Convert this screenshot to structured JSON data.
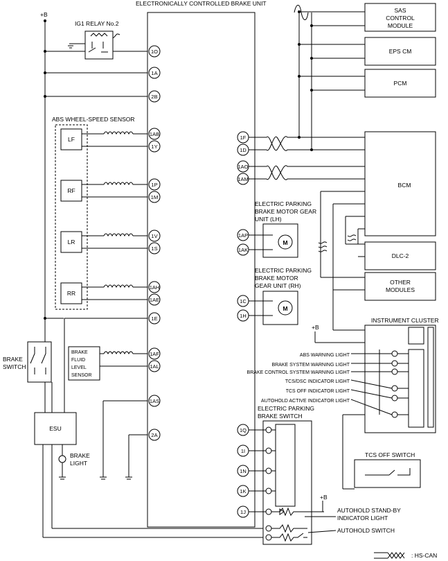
{
  "unit_title": "ELECTRONICALLY CONTROLLED BRAKE UNIT",
  "power_plus_b": "+B",
  "ig1_relay": "IG1 RELAY No.2",
  "abs_sensor_title": "ABS WHEEL-SPEED SENSOR",
  "wheels": [
    "LF",
    "RF",
    "LR",
    "RR"
  ],
  "brake_switch": [
    "BRAKE",
    "SWITCH"
  ],
  "brake_fluid": [
    "BRAKE",
    "FLUID",
    "LEVEL",
    "SENSOR"
  ],
  "esu": "ESU",
  "brake_light": [
    "BRAKE",
    "LIGHT"
  ],
  "left_pins": [
    "1O",
    "1A",
    "2B",
    "1AB",
    "1Y",
    "1P",
    "1M",
    "1V",
    "1S",
    "1AH",
    "1AE",
    "1E",
    "1AF",
    "1AL",
    "1AS",
    "2A"
  ],
  "right_pins": [
    "1F",
    "1D",
    "1AO",
    "1AM",
    "1AP",
    "1AK",
    "1C",
    "1H",
    "1Q",
    "1I",
    "1N",
    "1K",
    "1J"
  ],
  "modules": {
    "sas": [
      "SAS",
      "CONTROL",
      "MODULE"
    ],
    "eps": "EPS CM",
    "pcm": "PCM",
    "bcm": "BCM",
    "dlc": "DLC-2",
    "other": [
      "OTHER",
      "MODULES"
    ]
  },
  "epb_motor_lh": [
    "ELECTRIC PARKING",
    "BRAKE MOTOR GEAR",
    "UNIT (LH)"
  ],
  "epb_motor_rh": [
    "ELECTRIC PARKING",
    "BRAKE MOTOR",
    "GEAR UNIT (RH)"
  ],
  "motor_symbol": "M",
  "instrument_cluster": "INSTRUMENT CLUSTER",
  "cluster_lights": [
    "ABS WARNING LIGHT",
    "BRAKE SYSTEM WARNING LIGHT",
    "BRAKE CONTROL SYSTEM WARNING LIGHT",
    "TCS/DSC INDICATOR LIGHT",
    "TCS OFF INDICATOR LIGHT",
    "AUTOHOLD ACTIVE INDICATOR LIGHT"
  ],
  "epb_switch": [
    "ELECTRIC PARKING",
    "BRAKE SWITCH"
  ],
  "tcs_off_switch": "TCS OFF SWITCH",
  "autohold_standby": [
    "AUTOHOLD STAND-BY",
    "INDICATOR LIGHT"
  ],
  "autohold_switch": "AUTOHOLD SWITCH",
  "legend_hscan": ": HS-CAN"
}
